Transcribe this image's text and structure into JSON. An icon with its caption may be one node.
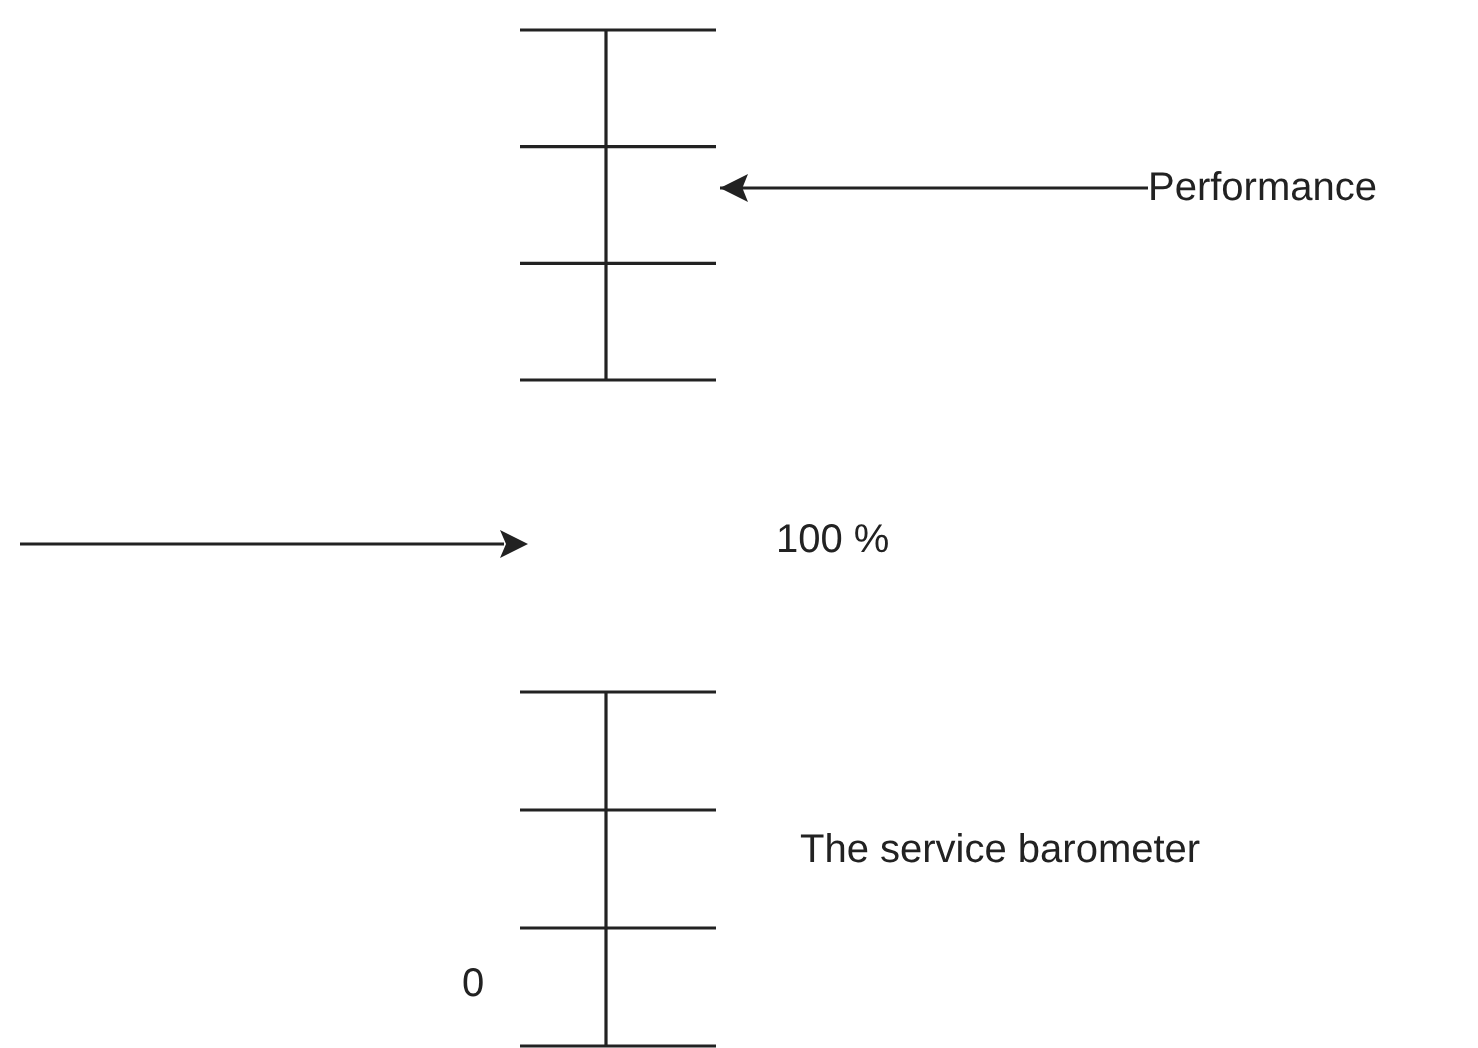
{
  "diagram": {
    "nodes": [
      {
        "text": [],
        "shape": "scale"
      },
      {
        "text": [],
        "shape": "scale"
      },
      {
        "text": [
          "Performance"
        ]
      }
    ],
    "edges": [
      {
        "from": 2,
        "to": 0,
        "arrow": "to"
      }
    ],
    "labels": [
      "100 %",
      "The service barometer",
      "0"
    ]
  }
}
